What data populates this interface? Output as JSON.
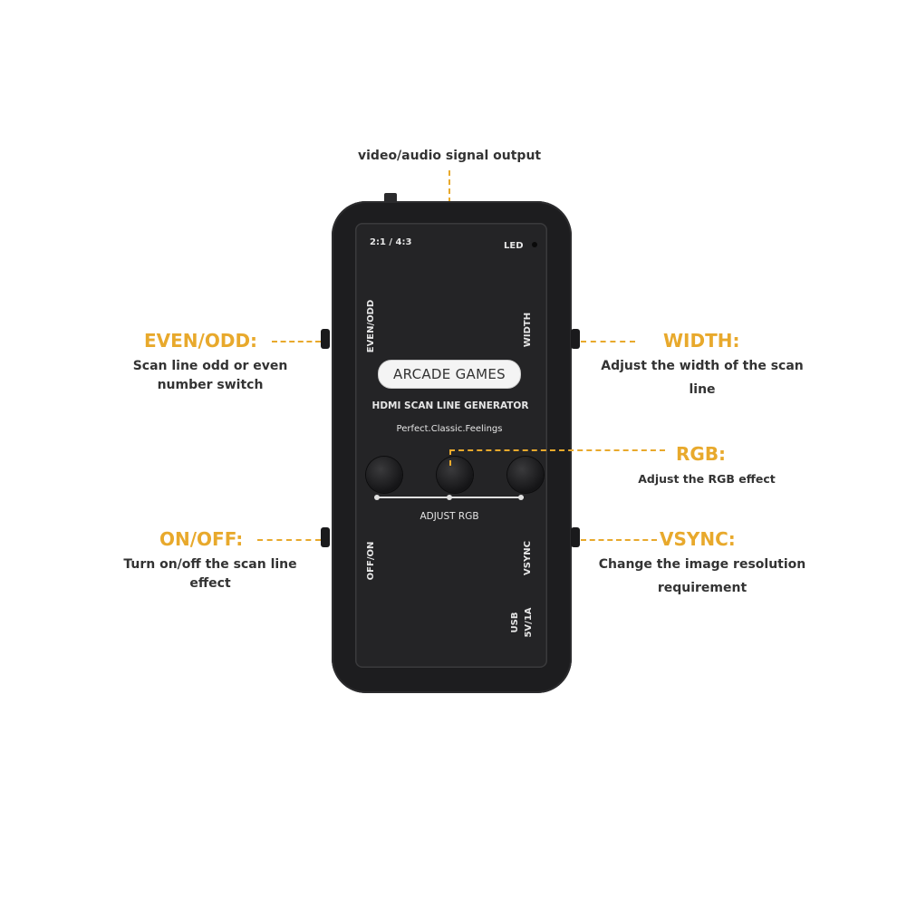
{
  "top_label": "video/audio signal output",
  "device": {
    "ratio_label": "2:1 / 4:3",
    "led_label": "LED",
    "even_odd_label": "EVEN/ODD",
    "width_label": "WIDTH",
    "badge": "ARCADE GAMES",
    "product_name": "HDMI SCAN LINE GENERATOR",
    "tagline": "Perfect.Classic.Feelings",
    "adjust_rgb_label": "ADJUST RGB",
    "off_on_label": "OFF/ON",
    "vsync_label": "VSYNC",
    "usb_label": "USB",
    "usb_power": "5V/1A"
  },
  "callouts": {
    "even_odd": {
      "title": "EVEN/ODD:",
      "desc1": "Scan line odd or even",
      "desc2": "number switch"
    },
    "width": {
      "title": "WIDTH:",
      "desc1": "Adjust the width of the scan",
      "desc2": "line"
    },
    "rgb": {
      "title": "RGB:",
      "desc1": "Adjust the RGB effect"
    },
    "on_off": {
      "title": "ON/OFF:",
      "desc1": "Turn on/off the scan line",
      "desc2": "effect"
    },
    "vsync": {
      "title": "VSYNC:",
      "desc1": "Change the image resolution",
      "desc2": "requirement"
    }
  },
  "colors": {
    "accent": "#e8a92c",
    "device_body": "#1d1d1f",
    "device_panel": "#242426",
    "text_dark": "#333333"
  }
}
